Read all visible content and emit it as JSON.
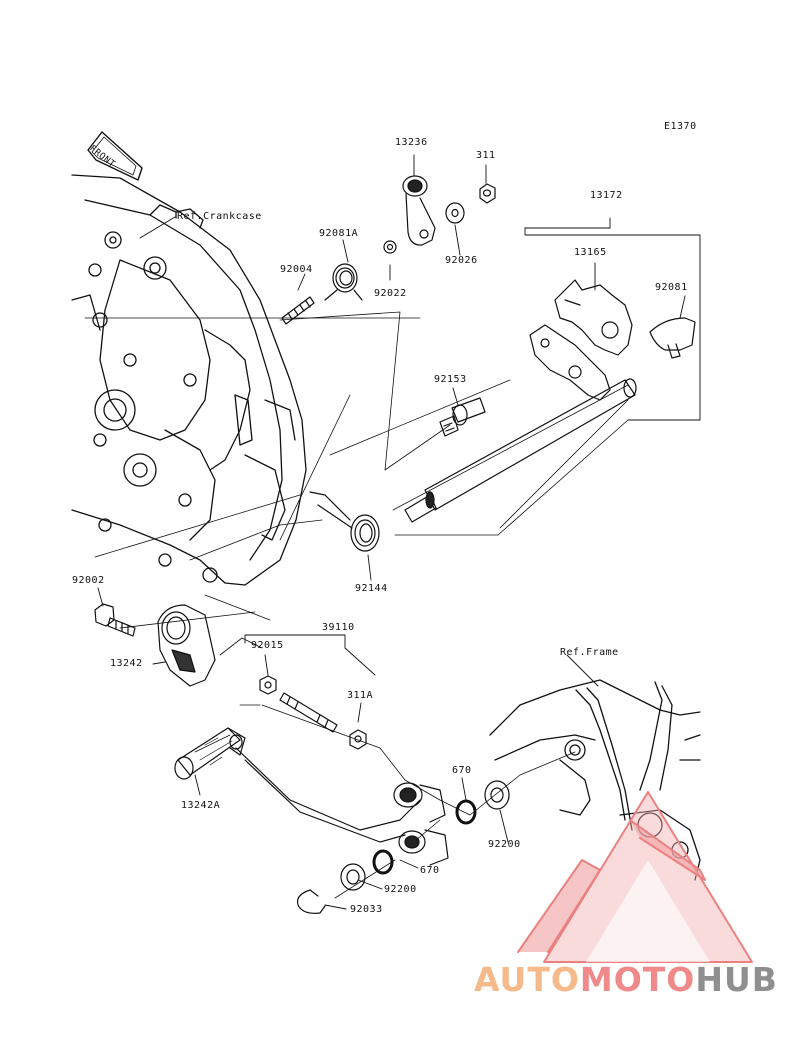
{
  "diagram": {
    "code": "E1370",
    "front_label": "FRONT",
    "ref_crankcase": "Ref.Crankcase",
    "ref_frame": "Ref.Frame",
    "parts": [
      {
        "id": "p13236",
        "number": "13236"
      },
      {
        "id": "p311",
        "number": "311"
      },
      {
        "id": "p13172",
        "number": "13172"
      },
      {
        "id": "p92081A",
        "number": "92081A"
      },
      {
        "id": "p92004",
        "number": "92004"
      },
      {
        "id": "p92022",
        "number": "92022"
      },
      {
        "id": "p92026",
        "number": "92026"
      },
      {
        "id": "p13165",
        "number": "13165"
      },
      {
        "id": "p92081",
        "number": "92081"
      },
      {
        "id": "p92153",
        "number": "92153"
      },
      {
        "id": "p92144",
        "number": "92144"
      },
      {
        "id": "p92002",
        "number": "92002"
      },
      {
        "id": "p39110",
        "number": "39110"
      },
      {
        "id": "p92015",
        "number": "92015"
      },
      {
        "id": "p13242",
        "number": "13242"
      },
      {
        "id": "p311A",
        "number": "311A"
      },
      {
        "id": "p670a",
        "number": "670"
      },
      {
        "id": "p92200a",
        "number": "92200"
      },
      {
        "id": "p13242A",
        "number": "13242A"
      },
      {
        "id": "p670b",
        "number": "670"
      },
      {
        "id": "p92200b",
        "number": "92200"
      },
      {
        "id": "p92033",
        "number": "92033"
      }
    ]
  },
  "watermark": {
    "part1": "AUTO",
    "part2": "MOTO",
    "part3": "HUB",
    "color_1": "#f6b98a",
    "color_2": "#f08a8a",
    "color_3": "#8f8f8f"
  }
}
